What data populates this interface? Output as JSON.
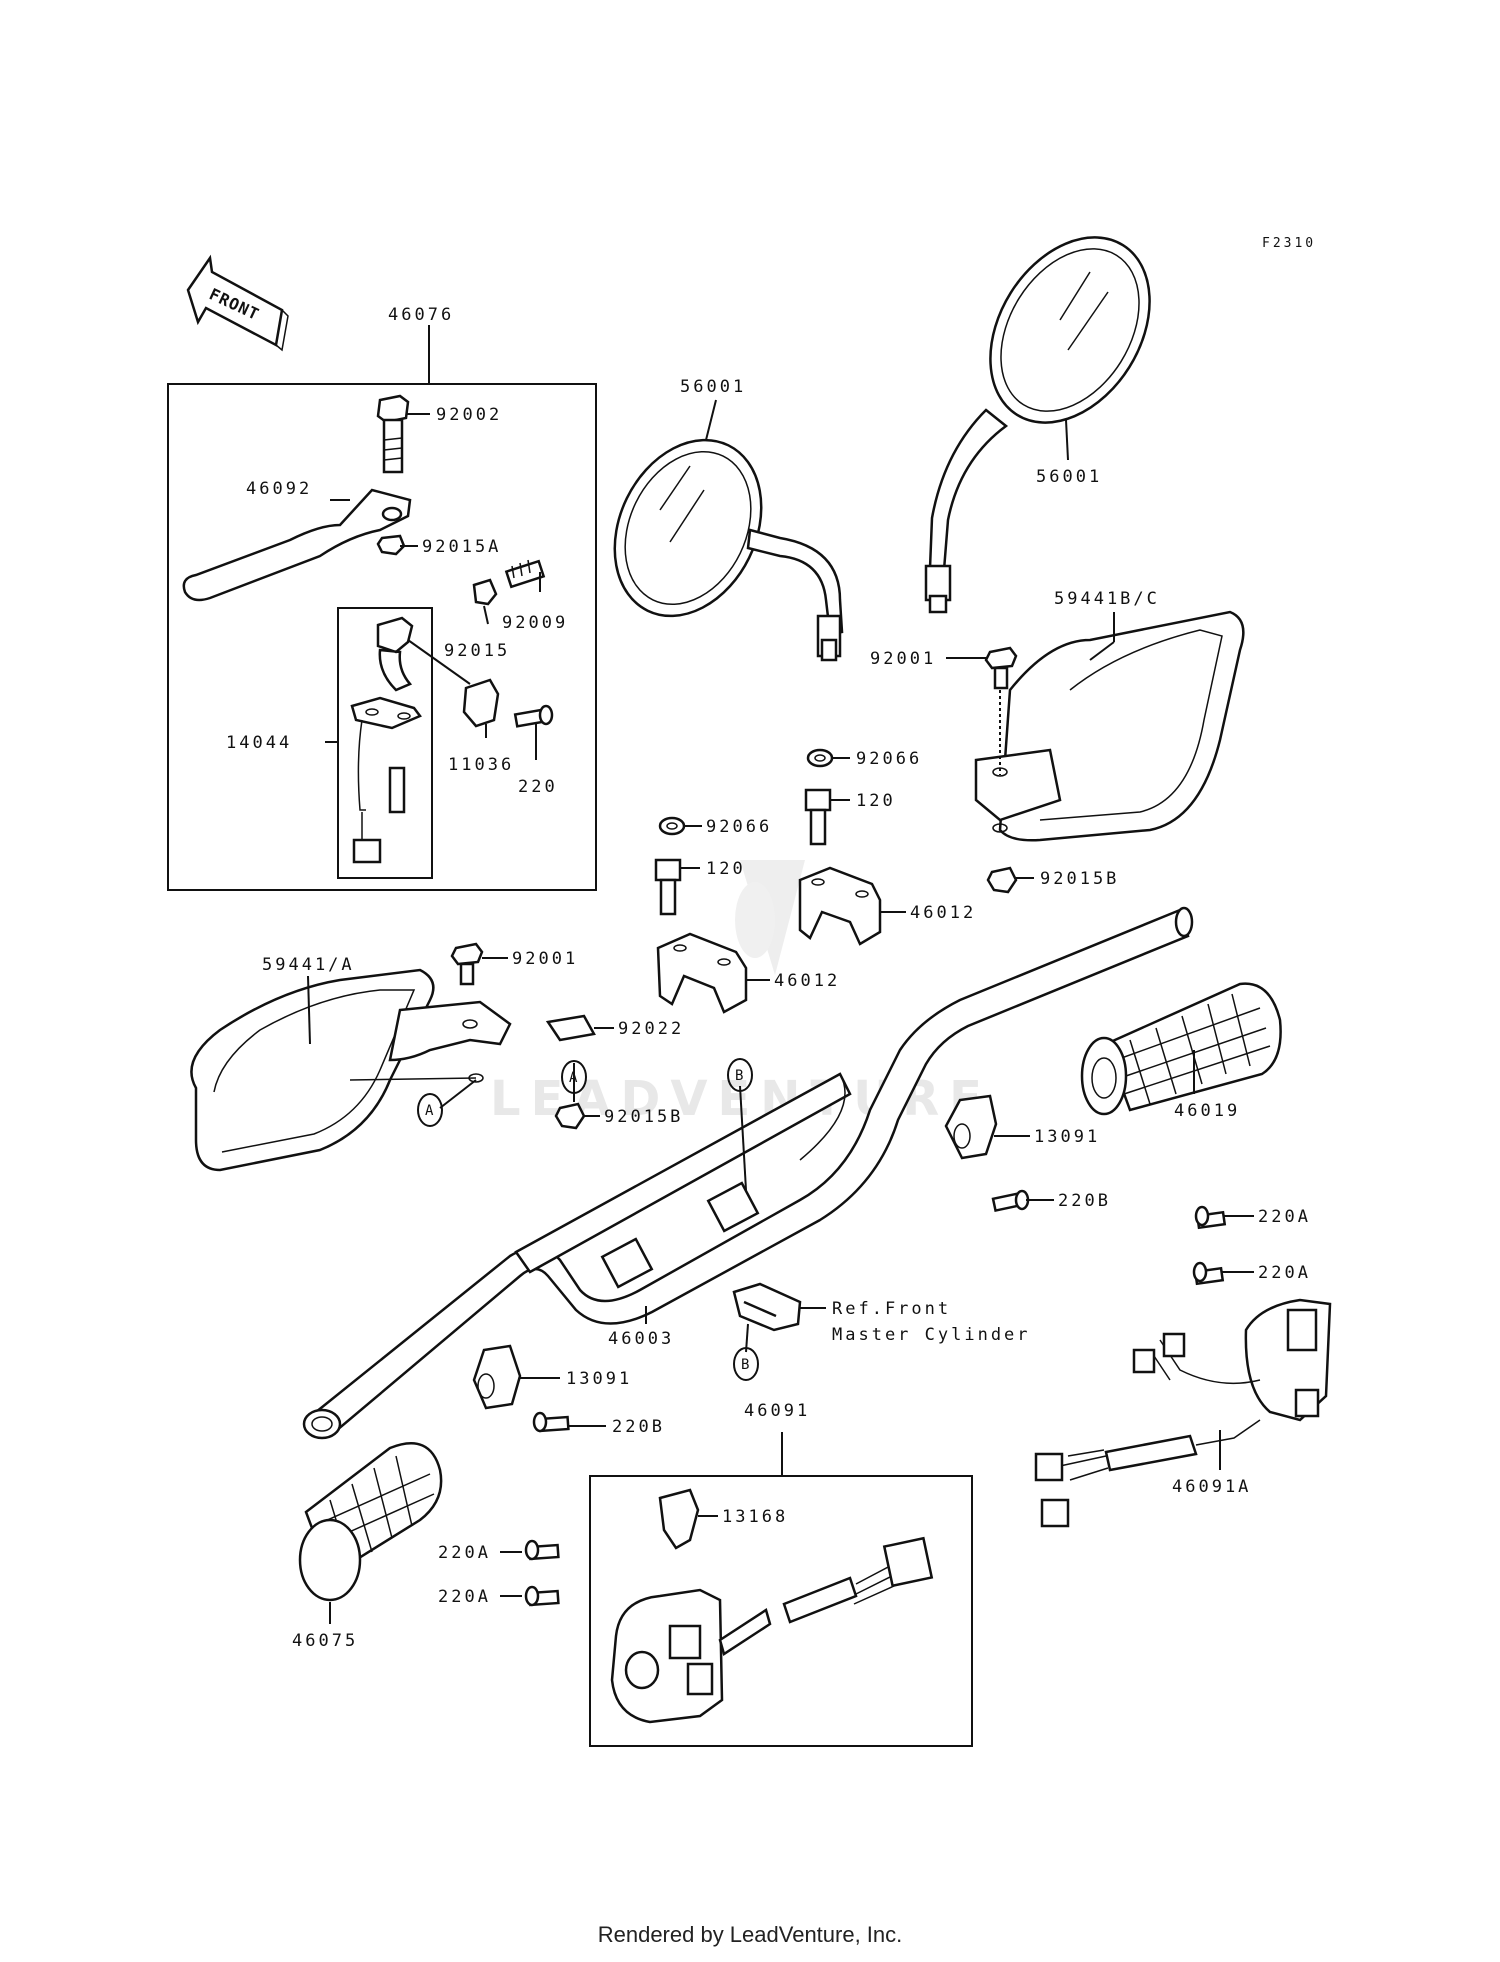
{
  "figure_id": "F2310",
  "front_label": "FRONT",
  "watermark": "LEADVENTURE",
  "footer": "Rendered by LeadVenture, Inc.",
  "callouts": {
    "a": "A",
    "b": "B"
  },
  "part_labels": {
    "p46076": "46076",
    "p92002": "92002",
    "p46092": "46092",
    "p92015A": "92015A",
    "p92009": "92009",
    "p92015": "92015",
    "p14044": "14044",
    "p11036": "11036",
    "p220": "220",
    "p56001_left": "56001",
    "p56001_right": "56001",
    "p59441BC": "59441B/C",
    "p92001_right": "92001",
    "p92066_upper": "92066",
    "p120_upper": "120",
    "p92066_lower": "92066",
    "p120_lower": "120",
    "p92015B_right": "92015B",
    "p46012_upper": "46012",
    "p46012_lower": "46012",
    "p59441A": "59441/A",
    "p92001_left": "92001",
    "p92022": "92022",
    "p92015B_left": "92015B",
    "p46019": "46019",
    "p13091_right": "13091",
    "p220B_right": "220B",
    "p220A_r1": "220A",
    "p220A_r2": "220A",
    "p46003": "46003",
    "ref_line1": "Ref.Front",
    "ref_line2": "Master Cylinder",
    "p13091_left": "13091",
    "p220B_left": "220B",
    "p46091": "46091",
    "p13168": "13168",
    "p46091A": "46091A",
    "p220A_l1": "220A",
    "p220A_l2": "220A",
    "p46075": "46075"
  }
}
